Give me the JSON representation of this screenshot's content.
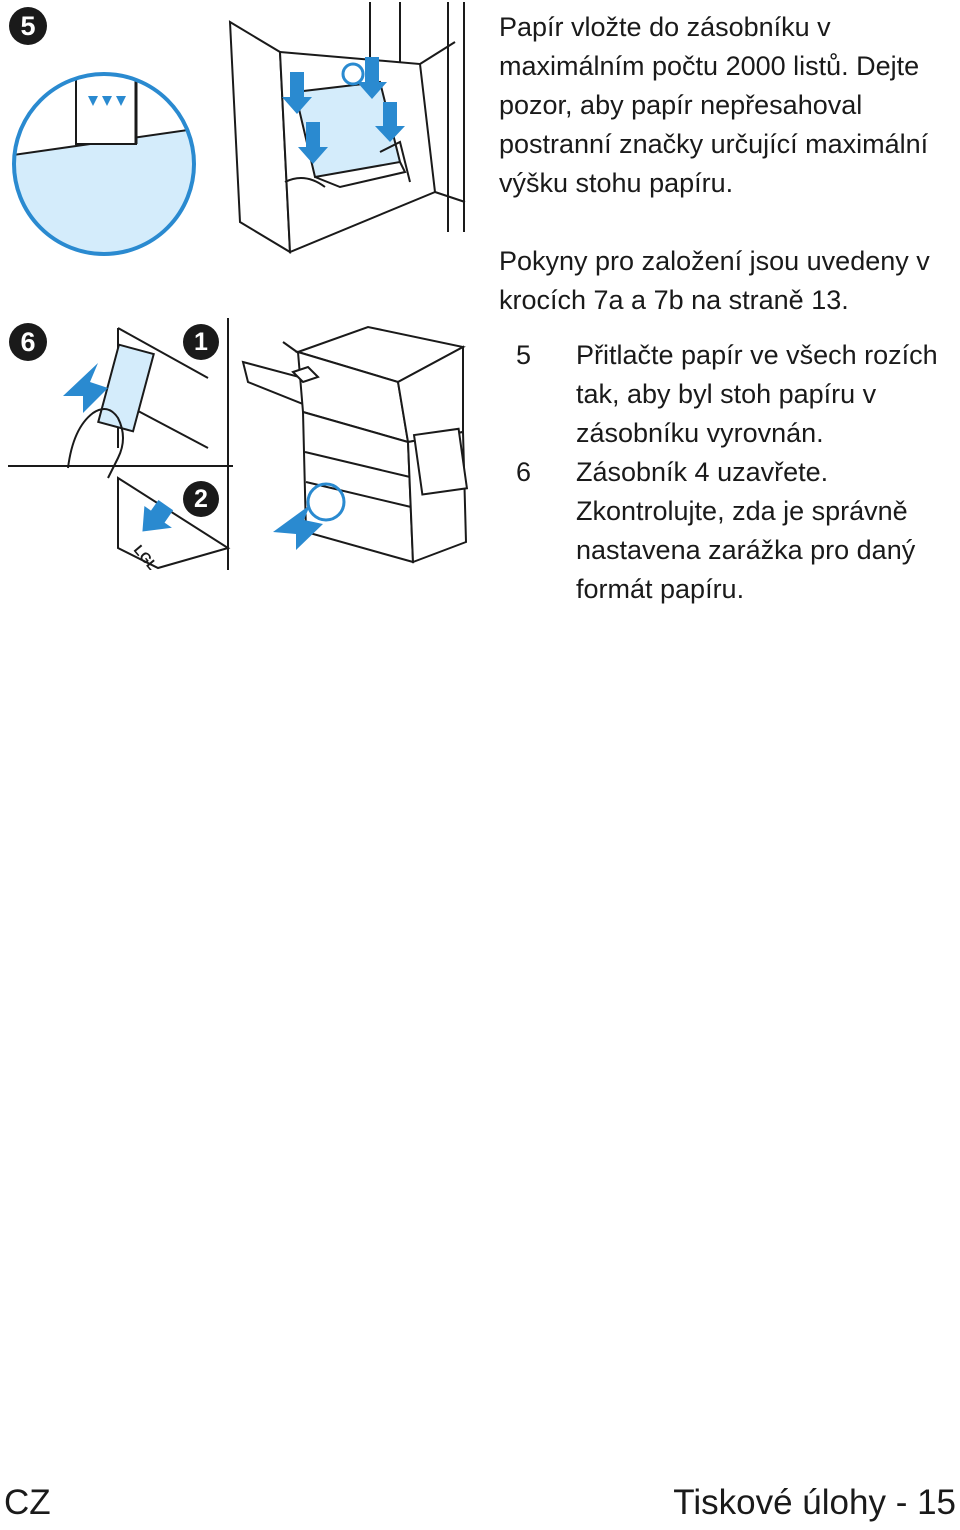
{
  "step5_badge": "5",
  "step6_badge": "6",
  "callout_1": "1",
  "callout_2": "2",
  "label_lgl": "LGL",
  "para_step5": "Papír vložte do zásobníku v maximálním počtu 2000 listů. Dejte pozor, aby papír nepřesahoval postranní značky určující maximální výšku stohu papíru.",
  "para_instructions": "Pokyny pro založení jsou uvedeny v krocích 7a a 7b na straně 13.",
  "steps": [
    {
      "num": "5",
      "text": "Přitlačte papír ve všech rozích tak, aby byl stoh papíru v zásobníku vyrovnán."
    },
    {
      "num": "6",
      "text": "Zásobník 4 uzavřete. Zkontrolujte, zda je správně nastavena zarážka pro daný formát papíru."
    }
  ],
  "footer": {
    "left": "CZ",
    "right": "Tiskové úlohy - 15"
  },
  "colors": {
    "accent_blue": "#2a8ad0",
    "light_blue": "#d4ecfb",
    "ink": "#1a1a1a"
  }
}
